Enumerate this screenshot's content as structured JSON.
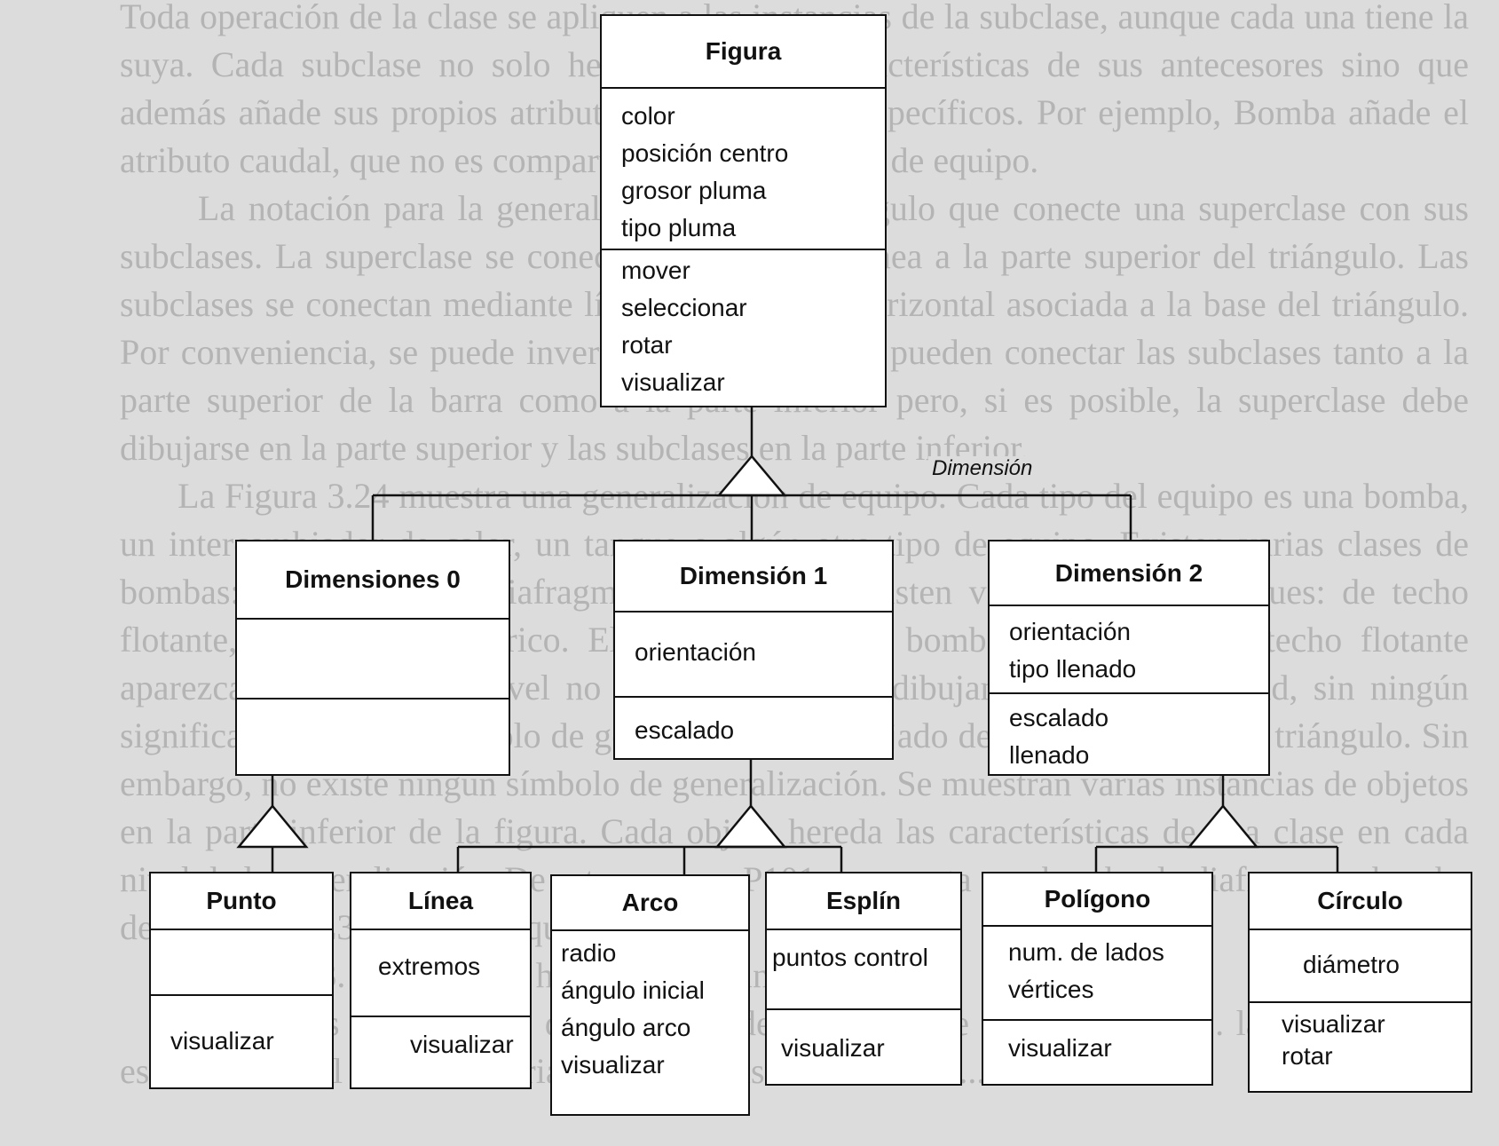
{
  "background_page": {
    "text": "Toda operación de la clase se apliquen a las instancias de la subclase, aunque cada una tiene la suya. Cada subclase no solo hereda todas las características de sus antecesores sino que además añade sus propios atributos y operaciones específicos. Por ejemplo, Bomba añade el atributo caudal, que no es compartido por otras clases de equipo.\n      La notación para la generalización es un triángulo que conecte una superclase con sus subclases. La superclase se conecta mediante una línea a la parte superior del triángulo. Las subclases se conectan mediante líneas a una barra horizontal asociada a la base del triángulo. Por conveniencia, se puede invertir el triángulo y se pueden conectar las subclases tanto a la parte superior de la barra como a la parte inferior pero, si es posible, la superclase debe dibujarse en la parte superior y las subclases en la parte inferior.\n      La Figura 3.24 muestra una generalización de equipo. Cada tipo del equipo es una bomba, un intercambiador de calor, un tanque o algún otro tipo de equipo. Existen varias clases de bombas: centrífugas, de diafragma y de pistón. Existen varios tipos de tanques: de techo flotante, a presión y esférico. El hecho de que la bomba y el tanque de techo flotante aparezcan en el mismo nivel no significa nada; se dibujan así por comodidad, sin ningún significado en que el símbolo de generalización ha dejado de ser dibujado en un triángulo. Sin embargo, no existe ningún símbolo de generalización. Se muestran varias instancias de objetos en la parte inferior de la figura. Cada objeto hereda las características de una clase en cada nivel de la generalización. De esta manera, P101 representa una bomba de diafragma y bomba de diafragma E302 es un tanque esférico.\n      Figura 3.23. Jerarquía de herencia para un equipo.\n      Las partes superpuestas de las clases dependientes de la Figura 3.23 ... las palabras que están escritas al lado de los triángulos son discriminadores ..."
  },
  "diagram": {
    "generalization_label": "Dimensión",
    "classes": {
      "figura": {
        "name": "Figura",
        "attributes": [
          "color",
          "posición centro",
          "grosor pluma",
          "tipo pluma"
        ],
        "operations": [
          "mover",
          "seleccionar",
          "rotar",
          "visualizar"
        ]
      },
      "dim0": {
        "name": "Dimensiones 0",
        "attributes": [],
        "operations": []
      },
      "dim1": {
        "name": "Dimensión 1",
        "attributes": [
          "orientación"
        ],
        "operations": [
          "escalado"
        ]
      },
      "dim2": {
        "name": "Dimensión 2",
        "attributes": [
          "orientación",
          "tipo llenado"
        ],
        "operations": [
          "escalado",
          "llenado"
        ]
      },
      "punto": {
        "name": "Punto",
        "attributes": [],
        "operations": [
          "visualizar"
        ]
      },
      "linea": {
        "name": "Línea",
        "attributes": [
          "extremos"
        ],
        "operations": [
          "visualizar"
        ]
      },
      "arco": {
        "name": "Arco",
        "attributes": [
          "radio",
          "ángulo inicial",
          "ángulo arco"
        ],
        "operations": [
          "visualizar"
        ]
      },
      "esplin": {
        "name": "Esplín",
        "attributes": [
          "puntos control"
        ],
        "operations": [
          "visualizar"
        ]
      },
      "poligono": {
        "name": "Polígono",
        "attributes": [
          "num. de lados",
          "vértices"
        ],
        "operations": [
          "visualizar"
        ]
      },
      "circulo": {
        "name": "Círculo",
        "attributes": [
          "diámetro"
        ],
        "operations": [
          "visualizar",
          "rotar"
        ]
      }
    }
  }
}
